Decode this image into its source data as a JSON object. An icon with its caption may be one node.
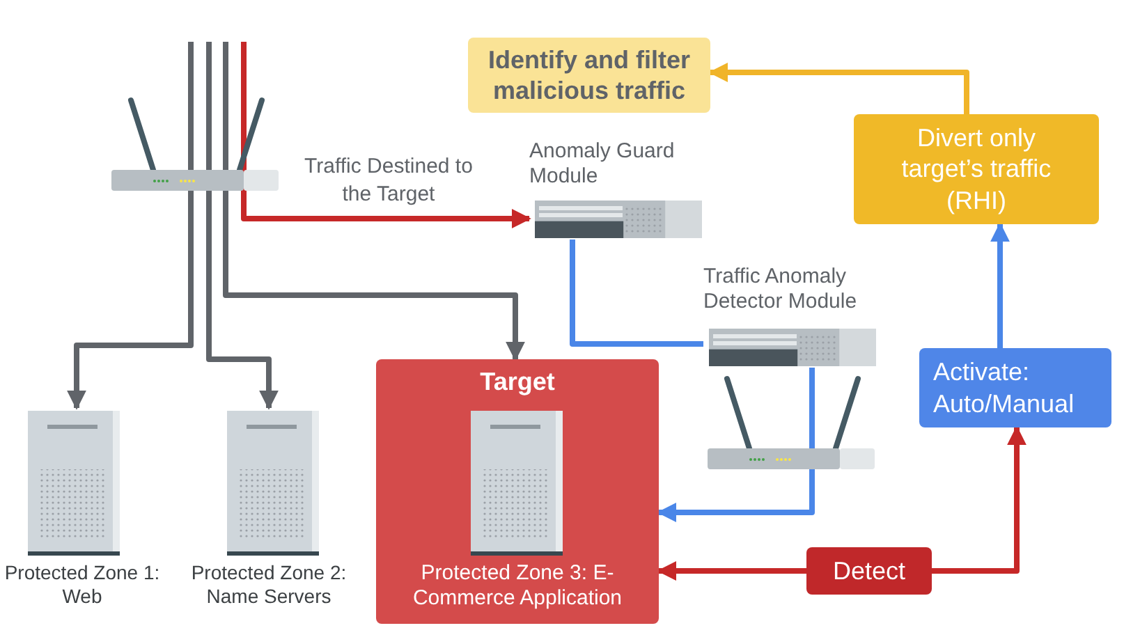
{
  "diagram": {
    "nodes": [
      {
        "text": [
          "Identify and filter malicious traffic"
        ]
      },
      {
        "text": [
          "Anomaly Guard Module"
        ]
      },
      {
        "text": [
          "Divert only target’s traffic (RHI)"
        ]
      },
      {
        "text": [
          "Traffic Anomaly Detector Module"
        ]
      },
      {
        "text": [
          "Activate: Auto/Manual"
        ]
      },
      {
        "text": [
          "Protected Zone 1: Web"
        ]
      },
      {
        "text": [
          "Protected Zone 2: Name Servers"
        ]
      },
      {
        "text": [
          "Target",
          "Protected Zone 3: E-Commerce Application"
        ]
      },
      {
        "text": [
          "Detect"
        ]
      }
    ],
    "edges": [
      {
        "from": null,
        "to": 7,
        "arrow": "to",
        "color": "#606469"
      },
      {
        "from": null,
        "to": 5,
        "arrow": "to",
        "color": "#606469"
      },
      {
        "from": null,
        "to": 6,
        "arrow": "to",
        "color": "#606469"
      },
      {
        "from": null,
        "to": 1,
        "arrow": "to",
        "label": "Traffic Destined to the Target",
        "color": "#c62828"
      },
      {
        "from": 1,
        "to": 3,
        "arrow": "none",
        "color": "#4a86e8"
      },
      {
        "from": 3,
        "to": 7,
        "arrow": "to",
        "color": "#4a86e8"
      },
      {
        "from": 8,
        "to": 7,
        "arrow": "to",
        "color": "#c62828"
      },
      {
        "from": 8,
        "to": 4,
        "arrow": "to",
        "color": "#c62828"
      },
      {
        "from": 4,
        "to": 2,
        "arrow": "to",
        "color": "#4a86e8"
      },
      {
        "from": 2,
        "to": 0,
        "arrow": "to",
        "color": "#f0b429"
      }
    ]
  }
}
